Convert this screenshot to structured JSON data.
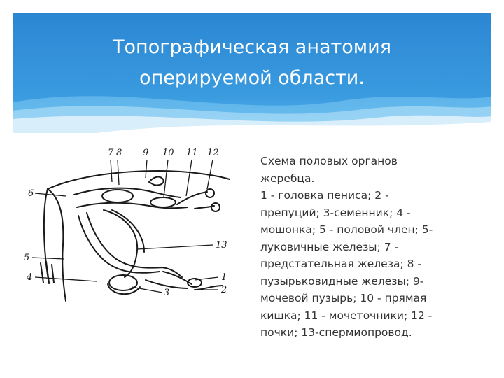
{
  "slide": {
    "title_line1": "Топографическая анатомия",
    "title_line2": "оперируемой области.",
    "caption_lines": [
      "Схема половых органов",
      "жеребца.",
      "1 - головка пениса; 2 -",
      "препуций; 3-семенник; 4 -",
      "мошонка; 5 - половой член; 5-",
      "луковичные железы; 7 -",
      "предстательная железа; 8 -",
      "пузырьковидные железы; 9-",
      "мочевой пузырь; 10 - прямая",
      "кишка; 11 - мочеточники; 12 -",
      "почки; 13-спермиопровод."
    ]
  },
  "diagram": {
    "labels_top": [
      "7",
      "8",
      "9",
      "10",
      "11",
      "12"
    ],
    "label_6": "6",
    "label_5": "5",
    "label_4": "4",
    "label_3": "3",
    "label_1": "1",
    "label_2": "2",
    "label_13": "13"
  },
  "colors": {
    "header_blue": "#2f8fd6",
    "header_light": "#6cc0f0",
    "caption_text": "#333333"
  }
}
